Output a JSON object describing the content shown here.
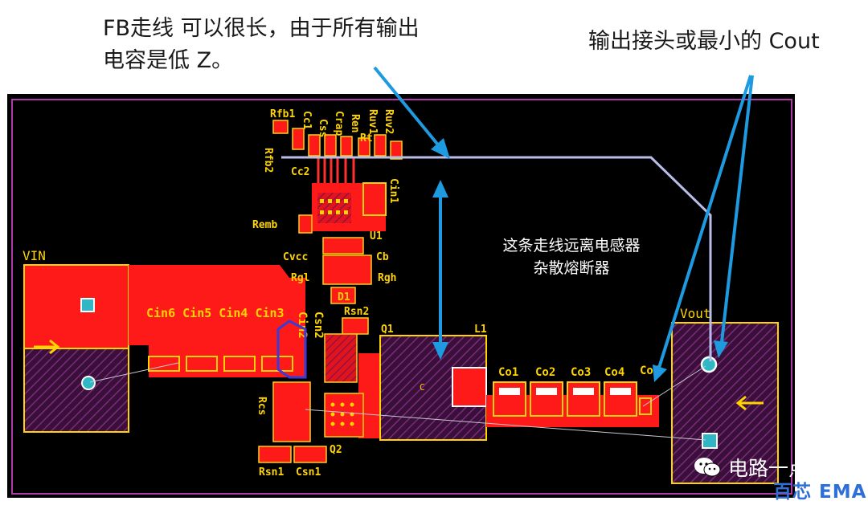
{
  "callouts": {
    "fb_trace_line1": "FB走线 可以很长，由于所有输出",
    "fb_trace_line2": "电容是低 Z。",
    "output_connector": "输出接头或最小的 Cout",
    "routing_line1": "这条走线远离电感器",
    "routing_line2": "杂散熔断器"
  },
  "pcb": {
    "vin_label": "VIN",
    "vout_label": "Vout",
    "top_labels": [
      "Rfb1",
      "Cc1",
      "Css",
      "Crap",
      "Ren",
      "Ruv1",
      "Ruv2",
      "Rt"
    ],
    "rfb2": "Rfb2",
    "cc2": "Cc2",
    "cin1": "Cin1",
    "remb": "Remb",
    "u1": "U1",
    "cvcc": "Cvcc",
    "cb": "Cb",
    "rgl": "Rgl",
    "rgh": "Rgh",
    "d1": "D1",
    "cin_left": "Cin6 Cin5 Cin4 Cin3",
    "cin2": "Cin2",
    "csn2": "Csn2",
    "rsn2": "Rsn2",
    "q1": "Q1",
    "l1": "L1",
    "co1": "Co1",
    "co2": "Co2",
    "co3": "Co3",
    "co4": "Co4",
    "co5": "Co5",
    "rcs": "Rcs",
    "q2": "Q2",
    "rsn1": "Rsn1",
    "csn1": "Csn1"
  },
  "watermark": {
    "wechat_text": "电路一点通",
    "brand": "百芯 EMA"
  },
  "colors": {
    "board": "#000000",
    "copper": "#ff1a1a",
    "silkscreen": "#ffd400",
    "fb_trace": "#b9bde8",
    "arrow": "#1e9be0",
    "outline": "#b03aa8",
    "via": "#2fb7c6"
  }
}
